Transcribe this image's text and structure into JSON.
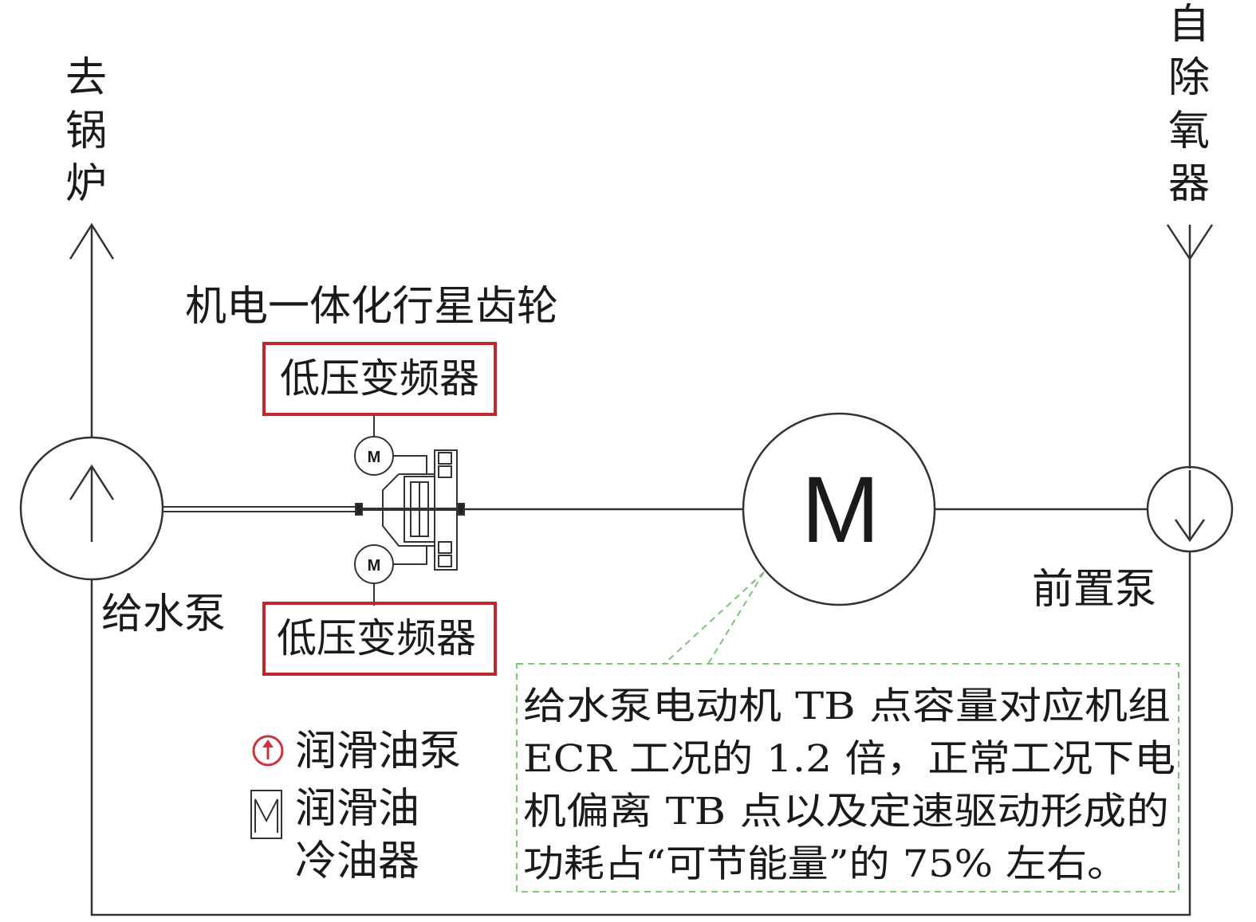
{
  "labels": {
    "to_boiler": [
      "去",
      "锅",
      "炉"
    ],
    "from_deaerator": [
      "自",
      "除",
      "氧",
      "器"
    ],
    "gear_title": "机电一体化行星齿轮",
    "vfd_top": "低压变频器",
    "vfd_bottom": "低压变频器",
    "feed_pump": "给水泵",
    "booster_pump": "前置泵",
    "motor_symbol": "M",
    "small_motor_symbol": "M",
    "legend_oil_pump": "润滑油泵",
    "legend_oil_cooler_line1": "润滑油",
    "legend_oil_cooler_line2": "冷油器"
  },
  "note": {
    "lines": [
      "给水泵电动机 TB 点容量对应机组",
      "ECR 工况的 1.2 倍，正常工况下电",
      "机偏离 TB 点以及定速驱动形成的",
      "功耗占“可节能量”的 75% 左右。"
    ]
  },
  "colors": {
    "line": "#333333",
    "highlight_box": "#c0272d",
    "legend_pump_icon": "#d0303a",
    "note_border": "#7cc47a",
    "text": "#1a1a1a"
  },
  "icons": {
    "feed_pump": "pump-up-arrow-icon",
    "booster_pump": "pump-down-arrow-icon",
    "main_motor": "motor-icon",
    "gear": "planetary-gear-icon",
    "legend_pump": "oil-pump-icon",
    "legend_cooler": "oil-cooler-icon"
  }
}
